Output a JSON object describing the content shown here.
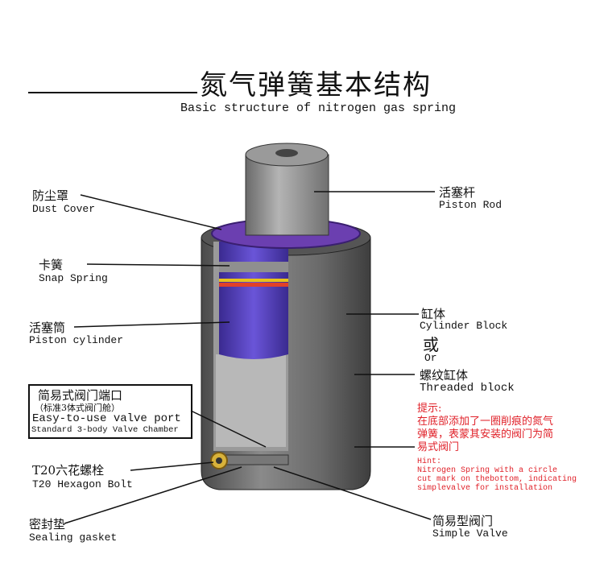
{
  "title": "氮气弹簧基本结构",
  "subtitle": "Basic structure of nitrogen gas spring",
  "labels": {
    "dust_cover": {
      "cn": "防尘罩",
      "en": "Dust Cover"
    },
    "snap_spring": {
      "cn": "卡簧",
      "en": "Snap Spring"
    },
    "piston_cylinder": {
      "cn": "活塞筒",
      "en": "Piston cylinder"
    },
    "valve_port": {
      "cn": "简易式阀门端口",
      "cn_sub": "（标准3体式阀门舱）",
      "en": "Easy-to-use valve port",
      "en_sub": "Standard 3-body Valve Chamber"
    },
    "hex_bolt": {
      "cn": "T20六花螺栓",
      "en": "T20 Hexagon Bolt"
    },
    "sealing_gasket": {
      "cn": "密封垫",
      "en": "Sealing gasket"
    },
    "piston_rod": {
      "cn": "活塞杆",
      "en": "Piston Rod"
    },
    "cylinder_block": {
      "cn": "缸体",
      "en": "Cylinder Block"
    },
    "or": {
      "cn": "或",
      "en": "Or"
    },
    "threaded_block": {
      "cn": "螺纹缸体",
      "en": "Threaded block"
    },
    "simple_valve": {
      "cn": "简易型阀门",
      "en": "Simple Valve"
    }
  },
  "hint": {
    "cn_title": "提示:",
    "cn_lines": [
      "在底部添加了一圈削痕的氮气",
      "弹簧，表蒙其安装的阀门为简",
      "易式阀门"
    ],
    "en_title": "Hint:",
    "en_lines": [
      "Nitrogen Spring with a circle",
      "cut mark on thebottom, indicating",
      "simplevalve for installation"
    ]
  },
  "colors": {
    "hint": "#e0222a",
    "body": "#6e6e6e",
    "piston": "#5b3fc4",
    "seal": "#7a2b9a"
  }
}
